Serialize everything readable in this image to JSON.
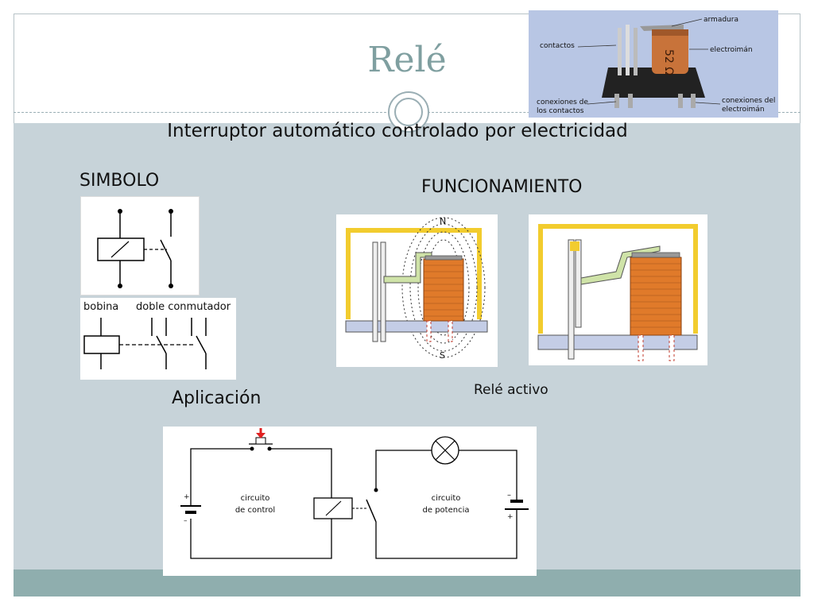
{
  "slide": {
    "title": "Relé",
    "subtitle": "Interruptor automático controlado por electricidad",
    "symbol_heading": "SIMBOLO",
    "operation_heading": "FUNCIONAMIENTO",
    "application_heading": "Aplicación",
    "active_caption": "Relé activo"
  },
  "photo_labels": {
    "armature": "armadura",
    "contacts": "contactos",
    "electromagnet": "electroimán",
    "contact_connections": [
      "conexiones de",
      "los contactos"
    ],
    "electromagnet_connections": [
      "conexiones del",
      "electroimán"
    ]
  },
  "double_switch_labels": {
    "coil": "bobina",
    "double_switch": "doble conmutador"
  },
  "field_poles": {
    "north": "N",
    "south": "S"
  },
  "circuit_labels": {
    "control": [
      "circuito",
      "de control"
    ],
    "power": [
      "circuito",
      "de potencia"
    ],
    "plus": "+",
    "minus": "–"
  },
  "colors": {
    "content_band": "#c7d3d9",
    "footer_band": "#8faeae",
    "title": "#7f9fa0",
    "coil_orange": "#e07a2a",
    "frame_yellow": "#f2cc2e",
    "armature_green": "#cfe3a8",
    "base_lavender": "#c4cde6",
    "photo_bg": "#b8c6e4",
    "push_arrow_red": "#e02020"
  }
}
